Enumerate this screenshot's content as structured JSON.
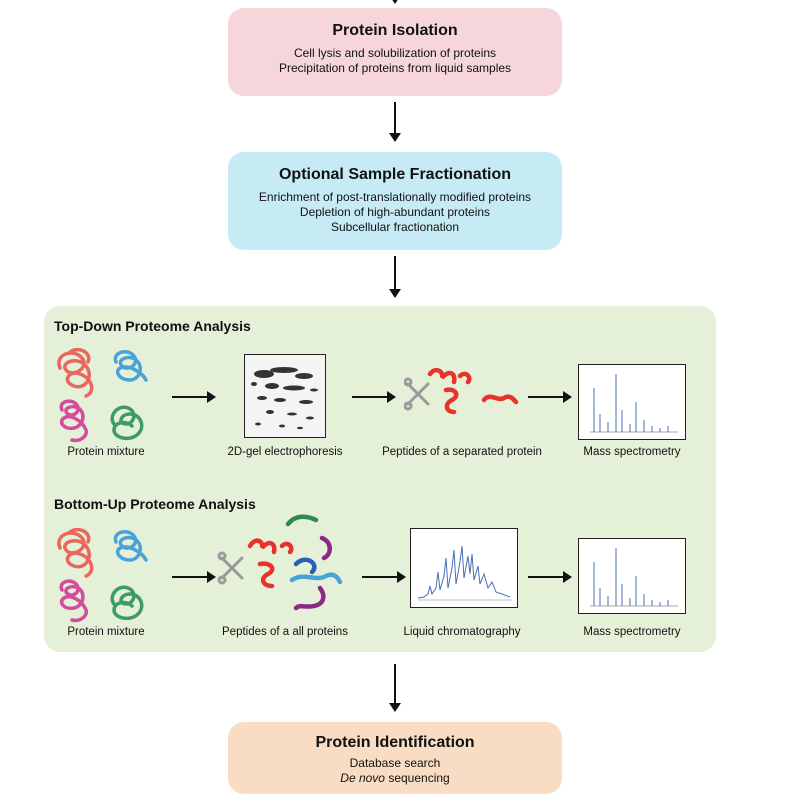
{
  "isolation": {
    "title": "Protein Isolation",
    "lines": [
      "Cell lysis and solubilization of proteins",
      "Precipitation of proteins from liquid samples"
    ]
  },
  "fractionation": {
    "title": "Optional Sample Fractionation",
    "lines": [
      "Enrichment of post-translationally modified proteins",
      "Depletion of high-abundant proteins",
      "Subcellular fractionation"
    ]
  },
  "top_down": {
    "title": "Top-Down Proteome Analysis",
    "captions": [
      "Protein mixture",
      "2D-gel electrophoresis",
      "Peptides of a separated protein",
      "Mass spectrometry"
    ]
  },
  "bottom_up": {
    "title": "Bottom-Up Proteome Analysis",
    "captions": [
      "Protein mixture",
      "Peptides of a all proteins",
      "Liquid chromatography",
      "Mass spectrometry"
    ]
  },
  "identification": {
    "title": "Protein Identification",
    "line1": "Database search",
    "line2_em": "De novo",
    "line2_rest": " sequencing"
  },
  "colors": {
    "isolation_bg": "#f6d6da",
    "fractionation_bg": "#c6ebf5",
    "panel_bg": "#e4f0d8",
    "identification_bg": "#f8dcc3",
    "coil_red": "#e8685f",
    "coil_blue": "#4aa3d8",
    "coil_pink": "#d44c9a",
    "coil_green": "#3f9a6a",
    "peptide_red": "#e8322a",
    "spectrum_blue": "#4a6fb5"
  }
}
